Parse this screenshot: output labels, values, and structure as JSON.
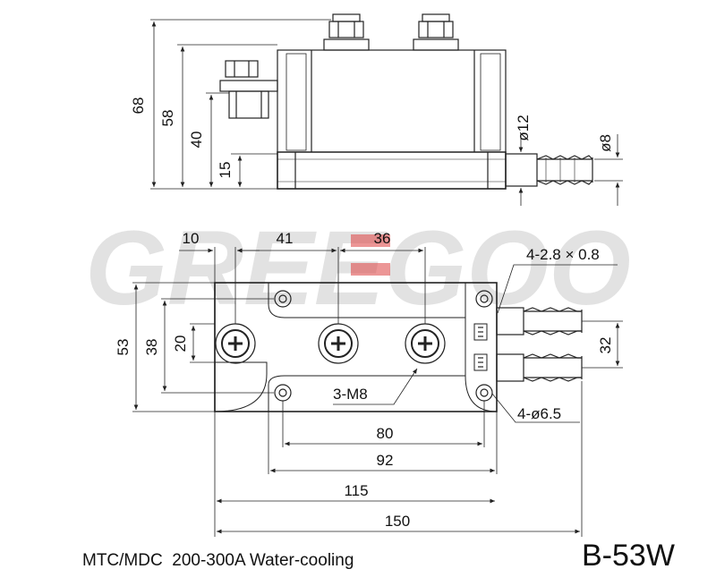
{
  "watermark": {
    "text": "GREEGOO",
    "color": "#d8d8d8",
    "accent": "#e04848"
  },
  "side_view": {
    "dims": {
      "h68": "68",
      "h58": "58",
      "h40": "40",
      "h15": "15",
      "d12": "ø12",
      "d8": "ø8"
    }
  },
  "top_view": {
    "dims": {
      "w10": "10",
      "w41": "41",
      "w36": "36",
      "h53": "53",
      "h38": "38",
      "h20": "20",
      "h32": "32",
      "w80": "80",
      "w92": "92",
      "w115": "115",
      "w150": "150"
    },
    "callouts": {
      "slots": "4-2.8 × 0.8",
      "holes": "4-ø6.5",
      "screws": "3-M8"
    }
  },
  "caption": "MTC/MDC  200-300A Water-cooling",
  "model": "B-53W"
}
